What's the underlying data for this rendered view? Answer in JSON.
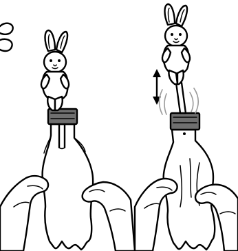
{
  "illustration": {
    "panels": [
      {
        "state": "rest",
        "toy": "rabbit",
        "icons": [
          "rabbit-icon",
          "bottle-icon",
          "hand-icon"
        ]
      },
      {
        "state": "squeezed",
        "toy": "rabbit",
        "icons": [
          "rabbit-icon",
          "bottle-icon",
          "hand-icon",
          "up-down-arrow-icon"
        ]
      }
    ],
    "colors": {
      "ink": "#000000",
      "background": "#ffffff",
      "cap": "#6f6f6f",
      "motion_lines": "#9a9a9a"
    }
  }
}
